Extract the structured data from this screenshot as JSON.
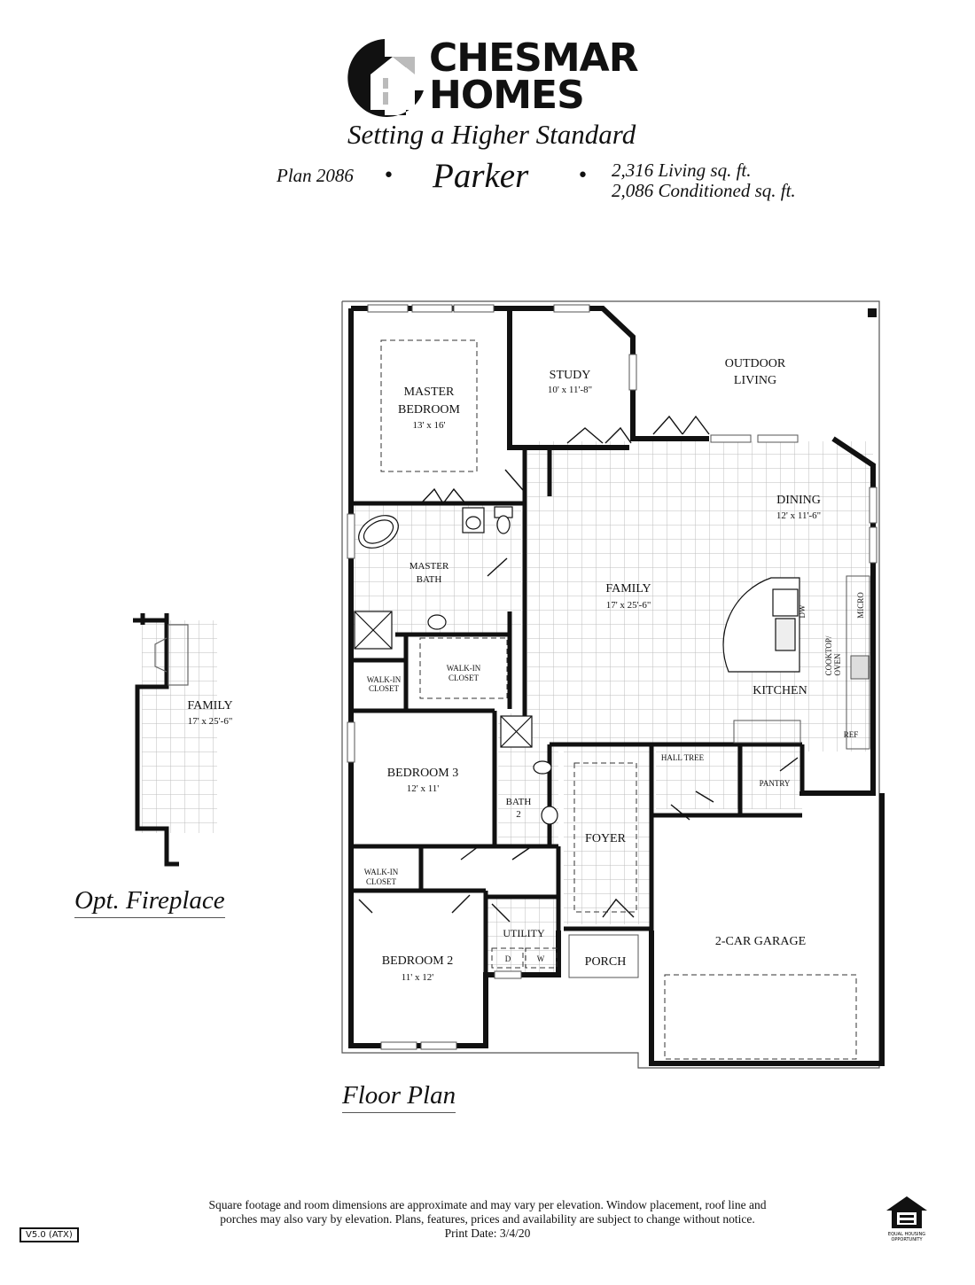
{
  "brand": {
    "name_line1": "CHESMAR",
    "name_line2": "HOMES",
    "tagline": "Setting a Higher Standard"
  },
  "plan": {
    "number": "Plan 2086",
    "bullet": "•",
    "name": "Parker",
    "living_sqft": "2,316 Living sq. ft.",
    "conditioned_sqft": "2,086 Conditioned sq. ft."
  },
  "rooms": {
    "master_bedroom": {
      "label_1": "MASTER",
      "label_2": "BEDROOM",
      "dim": "13' x 16'"
    },
    "study": {
      "label": "STUDY",
      "dim": "10' x 11'-8\""
    },
    "outdoor_living": {
      "label_1": "OUTDOOR",
      "label_2": "LIVING"
    },
    "dining": {
      "label": "DINING",
      "dim": "12' x 11'-6\""
    },
    "master_bath": {
      "label_1": "MASTER",
      "label_2": "BATH"
    },
    "family": {
      "label": "FAMILY",
      "dim": "17' x 25'-6\""
    },
    "kitchen": {
      "label": "KITCHEN"
    },
    "walkin_closet_master": {
      "label_1": "WALK-IN",
      "label_2": "CLOSET"
    },
    "walkin_closet_small": {
      "label_1": "WALK-IN",
      "label_2": "CLOSET"
    },
    "bedroom_3": {
      "label": "BEDROOM 3",
      "dim": "12' x 11'"
    },
    "bath_2": {
      "label_1": "BATH",
      "label_2": "2"
    },
    "foyer": {
      "label": "FOYER"
    },
    "hall_tree": {
      "label": "HALL TREE"
    },
    "pantry": {
      "label": "PANTRY"
    },
    "walkin_closet_bed2": {
      "label_1": "WALK-IN",
      "label_2": "CLOSET"
    },
    "bedroom_2": {
      "label": "BEDROOM 2",
      "dim": "11' x 12'"
    },
    "utility": {
      "label": "UTILITY",
      "dryer": "D",
      "washer": "W"
    },
    "porch": {
      "label": "PORCH"
    },
    "garage": {
      "label": "2-CAR GARAGE"
    }
  },
  "appliances": {
    "dishwasher": "DW",
    "microwave": "MICRO",
    "cooktop_1": "COOKTOP/",
    "cooktop_2": "OVEN",
    "refrigerator": "REF"
  },
  "fireplace_option": {
    "room_label": "FAMILY",
    "room_dim": "17' x 25'-6\"",
    "caption": "Opt. Fireplace"
  },
  "floor_plan_caption": "Floor Plan",
  "footer": {
    "disclaimer_line1": "Square footage and room dimensions are approximate and may vary per elevation. Window placement, roof line and",
    "disclaimer_line2": "porches may also vary by elevation. Plans, features, prices and availability are subject to change without notice.",
    "print_date": "Print Date: 3/4/20",
    "version": "V5.0  (ATX)",
    "eho_line1": "EQUAL HOUSING",
    "eho_line2": "OPPORTUNITY"
  }
}
